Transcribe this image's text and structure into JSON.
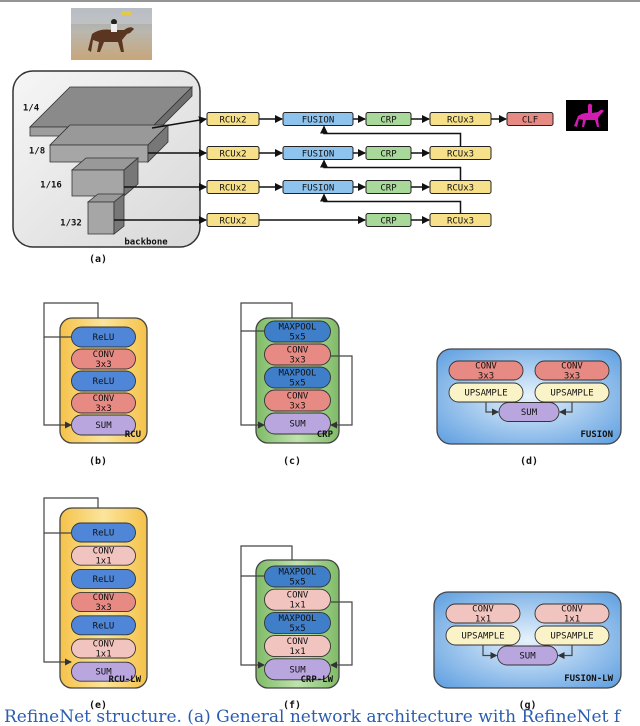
{
  "top_rule": true,
  "panel_a": {
    "scales": [
      "1/4",
      "1/8",
      "1/16",
      "1/32"
    ],
    "backbone_label": "backbone",
    "caption": "(a)",
    "rows": [
      [
        "RCUx2",
        "FUSION",
        "CRP",
        "RCUx3",
        "CLF"
      ],
      [
        "RCUx2",
        "FUSION",
        "CRP",
        "RCUx3"
      ],
      [
        "RCUx2",
        "FUSION",
        "CRP",
        "RCUx3"
      ],
      [
        "RCUx2",
        "CRP",
        "RCUx3"
      ]
    ]
  },
  "panel_b": {
    "blocks": [
      "ReLU",
      "CONV\n3x3",
      "ReLU",
      "CONV\n3x3",
      "SUM"
    ],
    "name": "RCU",
    "caption": "(b)"
  },
  "panel_c": {
    "blocks": [
      "MAXPOOL\n5x5",
      "CONV\n3x3",
      "MAXPOOL\n5x5",
      "CONV\n3x3",
      "SUM"
    ],
    "name": "CRP",
    "caption": "(c)"
  },
  "panel_d": {
    "left": [
      "CONV\n3x3",
      "UPSAMPLE"
    ],
    "right": [
      "CONV\n3x3",
      "UPSAMPLE"
    ],
    "sum": "SUM",
    "name": "FUSION",
    "caption": "(d)"
  },
  "panel_e": {
    "blocks": [
      "ReLU",
      "CONV\n1x1",
      "ReLU",
      "CONV\n3x3",
      "ReLU",
      "CONV\n1x1",
      "SUM"
    ],
    "name": "RCU-LW",
    "caption": "(e)"
  },
  "panel_f": {
    "blocks": [
      "MAXPOOL\n5x5",
      "CONV\n1x1",
      "MAXPOOL\n5x5",
      "CONV\n1x1",
      "SUM"
    ],
    "name": "CRP-LW",
    "caption": "(f)"
  },
  "panel_g": {
    "left": [
      "CONV\n1x1",
      "UPSAMPLE"
    ],
    "right": [
      "CONV\n1x1",
      "UPSAMPLE"
    ],
    "sum": "SUM",
    "name": "FUSION-LW",
    "caption": "(g)"
  },
  "footer_text": "RefineNet structure. (a) General network architecture with RefineNet f",
  "colors": {
    "rcu": "#f6e08a",
    "fusion": "#8ec3ee",
    "crp": "#a8d89a",
    "clf": "#e88a84",
    "relu": "#4f86d8",
    "conv": "#e88a84",
    "conv_light": "#f2c4c0",
    "maxpool": "#3f7ec9",
    "sum": "#b9a6df",
    "upsample": "#fbf3c8",
    "rcu_panel": "#f7c74a",
    "crp_panel": "#86c170",
    "fusion_panel": "#6aa6e0",
    "footer": "#2a5db0"
  }
}
